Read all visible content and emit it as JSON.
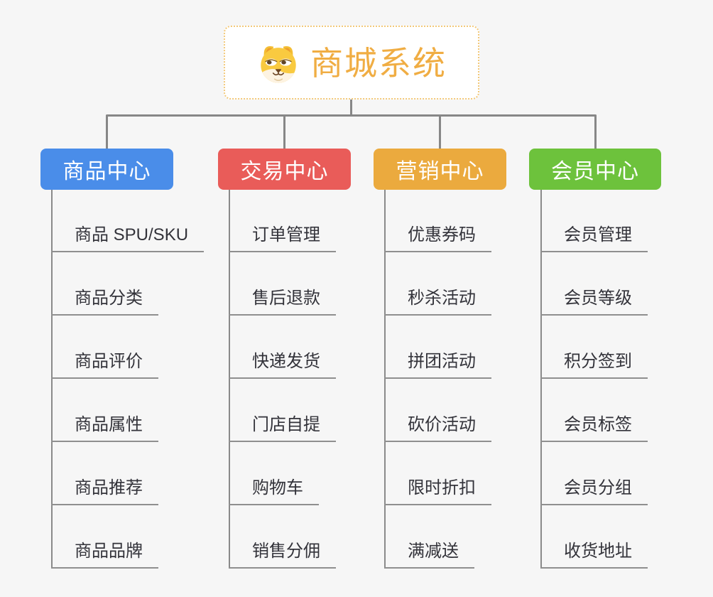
{
  "root": {
    "title": "商城系统",
    "icon": "shiba-dog-icon"
  },
  "branches": [
    {
      "label": "商品中心",
      "color": "#4a8de9",
      "items": [
        "商品 SPU/SKU",
        "商品分类",
        "商品评价",
        "商品属性",
        "商品推荐",
        "商品品牌"
      ]
    },
    {
      "label": "交易中心",
      "color": "#e95c59",
      "items": [
        "订单管理",
        "售后退款",
        "快递发货",
        "门店自提",
        "购物车",
        "销售分佣"
      ]
    },
    {
      "label": "营销中心",
      "color": "#ebaa3e",
      "items": [
        "优惠券码",
        "秒杀活动",
        "拼团活动",
        "砍价活动",
        "限时折扣",
        "满减送"
      ]
    },
    {
      "label": "会员中心",
      "color": "#6dc23c",
      "items": [
        "会员管理",
        "会员等级",
        "积分签到",
        "会员标签",
        "会员分组",
        "收货地址"
      ]
    }
  ],
  "colors": {
    "background": "#f6f6f6",
    "connector": "#878787",
    "leaf_underline": "#8f8f8f",
    "leaf_text": "#33333a",
    "root_text": "#f0ad43",
    "root_border": "#f3c97a"
  }
}
